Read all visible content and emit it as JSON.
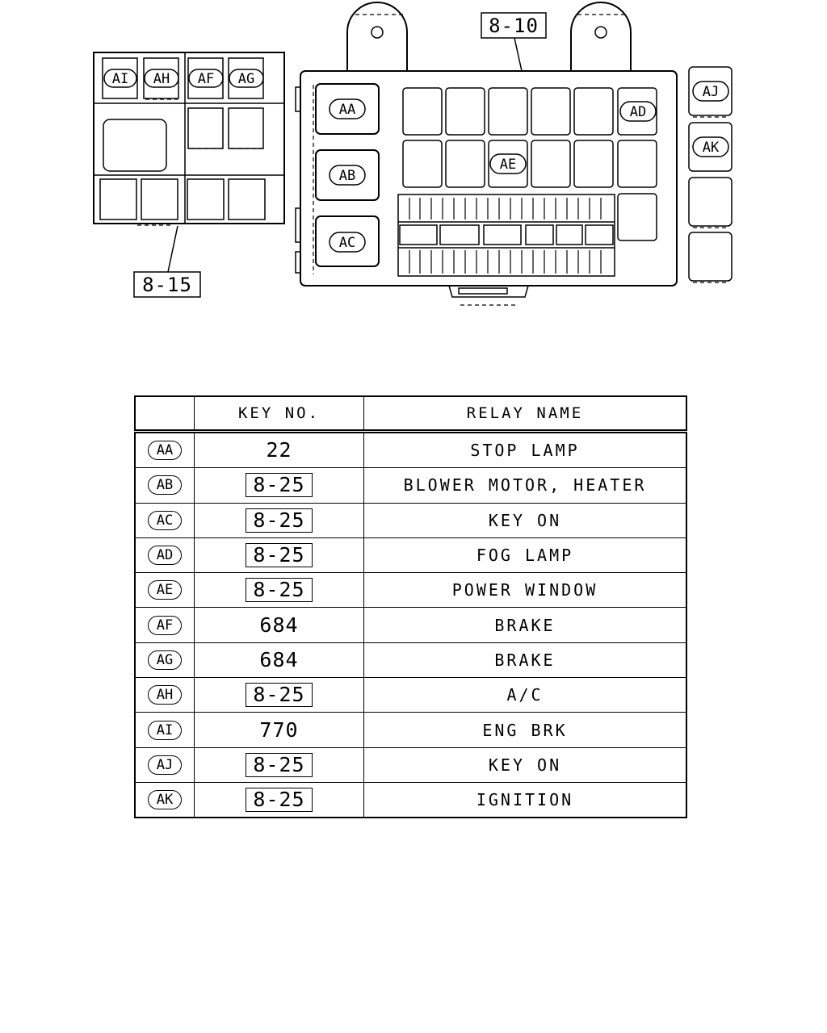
{
  "diagram": {
    "ref_left": "8-15",
    "ref_main": "8-10",
    "tags": {
      "AA": "AA",
      "AB": "AB",
      "AC": "AC",
      "AD": "AD",
      "AE": "AE",
      "AF": "AF",
      "AG": "AG",
      "AH": "AH",
      "AI": "AI",
      "AJ": "AJ",
      "AK": "AK"
    }
  },
  "table": {
    "headers": {
      "tag": "",
      "key": "KEY NO.",
      "relay": "RELAY NAME"
    },
    "rows": [
      {
        "tag": "AA",
        "key": "22",
        "boxed": false,
        "relay": "STOP LAMP"
      },
      {
        "tag": "AB",
        "key": "8-25",
        "boxed": true,
        "relay": "BLOWER MOTOR, HEATER"
      },
      {
        "tag": "AC",
        "key": "8-25",
        "boxed": true,
        "relay": "KEY ON"
      },
      {
        "tag": "AD",
        "key": "8-25",
        "boxed": true,
        "relay": "FOG LAMP"
      },
      {
        "tag": "AE",
        "key": "8-25",
        "boxed": true,
        "relay": "POWER WINDOW"
      },
      {
        "tag": "AF",
        "key": "684",
        "boxed": false,
        "relay": "BRAKE"
      },
      {
        "tag": "AG",
        "key": "684",
        "boxed": false,
        "relay": "BRAKE"
      },
      {
        "tag": "AH",
        "key": "8-25",
        "boxed": true,
        "relay": "A/C"
      },
      {
        "tag": "AI",
        "key": "770",
        "boxed": false,
        "relay": "ENG BRK"
      },
      {
        "tag": "AJ",
        "key": "8-25",
        "boxed": true,
        "relay": "KEY ON"
      },
      {
        "tag": "AK",
        "key": "8-25",
        "boxed": true,
        "relay": "IGNITION"
      }
    ]
  }
}
